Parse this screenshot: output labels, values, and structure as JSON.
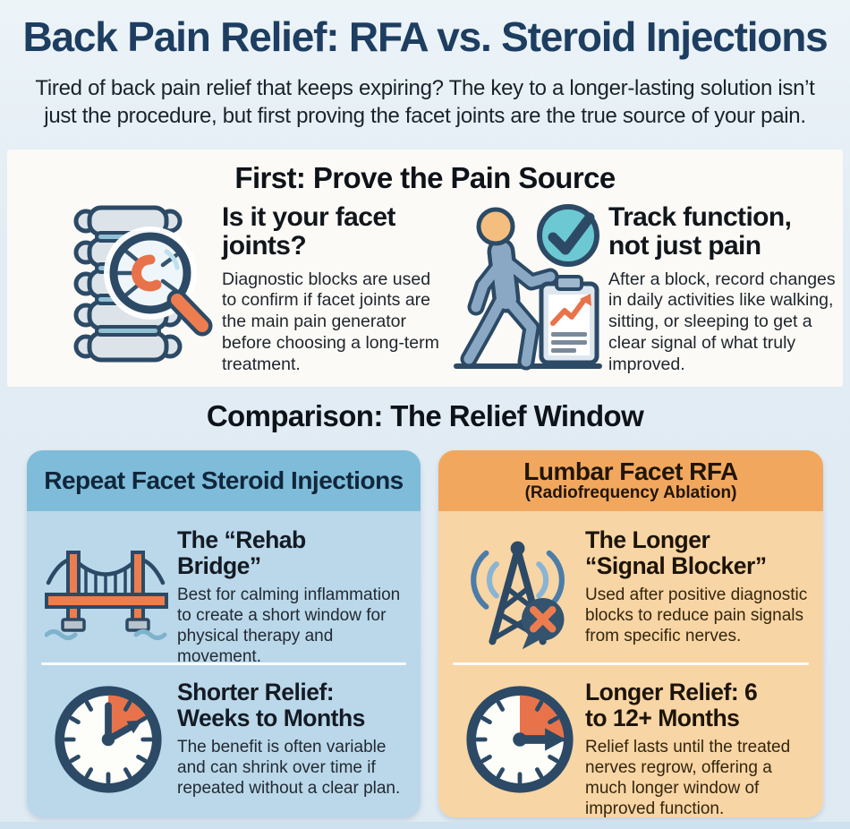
{
  "colors": {
    "accent_orange": "#ED7D4E",
    "navy_outline": "#2C4A66",
    "steroid_header": "#7EBCD9",
    "steroid_body": "#BAD8EA",
    "rfa_header": "#F1A85E",
    "rfa_body": "#F8D5A4",
    "teal_check": "#6CC8D2",
    "title_navy": "#1E3E61"
  },
  "header": {
    "title": "Back Pain Relief: RFA vs. Steroid Injections",
    "subtitle": "Tired of back pain relief that keeps expiring? The key to a longer-lasting solution isn’t just the procedure, but first proving the facet joints are the true source of your pain."
  },
  "prove_section": {
    "heading": "First: Prove the Pain Source",
    "items": [
      {
        "icon": "spine-magnifier-icon",
        "title": "Is it your facet joints?",
        "body": "Diagnostic blocks are used to confirm if facet joints are the main pain generator before choosing a long-term treatment."
      },
      {
        "icon": "walking-person-check-icon",
        "title": "Track function, not just pain",
        "body": "After a block, record changes in daily activities like walking, sitting, or sleeping to get a clear signal of what truly improved."
      }
    ]
  },
  "comparison_section": {
    "heading": "Comparison: The Relief Window",
    "cards": [
      {
        "header": "Repeat Facet Steroid Injections",
        "header_subtitle": "",
        "rows": [
          {
            "icon": "suspension-bridge-icon",
            "title": "The “Rehab Bridge”",
            "body": "Best for calming inflammation to create a short window for physical therapy and movement."
          },
          {
            "icon": "clock-short-wedge-icon",
            "title": "Shorter Relief: Weeks to Months",
            "body": "The benefit is often variable and can shrink over time if repeated without a clear plan."
          }
        ]
      },
      {
        "header": "Lumbar Facet RFA",
        "header_subtitle": "(Radiofrequency Ablation)",
        "rows": [
          {
            "icon": "radio-tower-blocked-icon",
            "title": "The Longer “Signal Blocker”",
            "body": "Used after positive diagnostic blocks to reduce pain signals from specific nerves."
          },
          {
            "icon": "clock-long-arrow-icon",
            "title": "Longer Relief: 6 to 12+ Months",
            "body": "Relief lasts until the treated nerves regrow, offering a much longer window of improved function."
          }
        ]
      }
    ]
  }
}
